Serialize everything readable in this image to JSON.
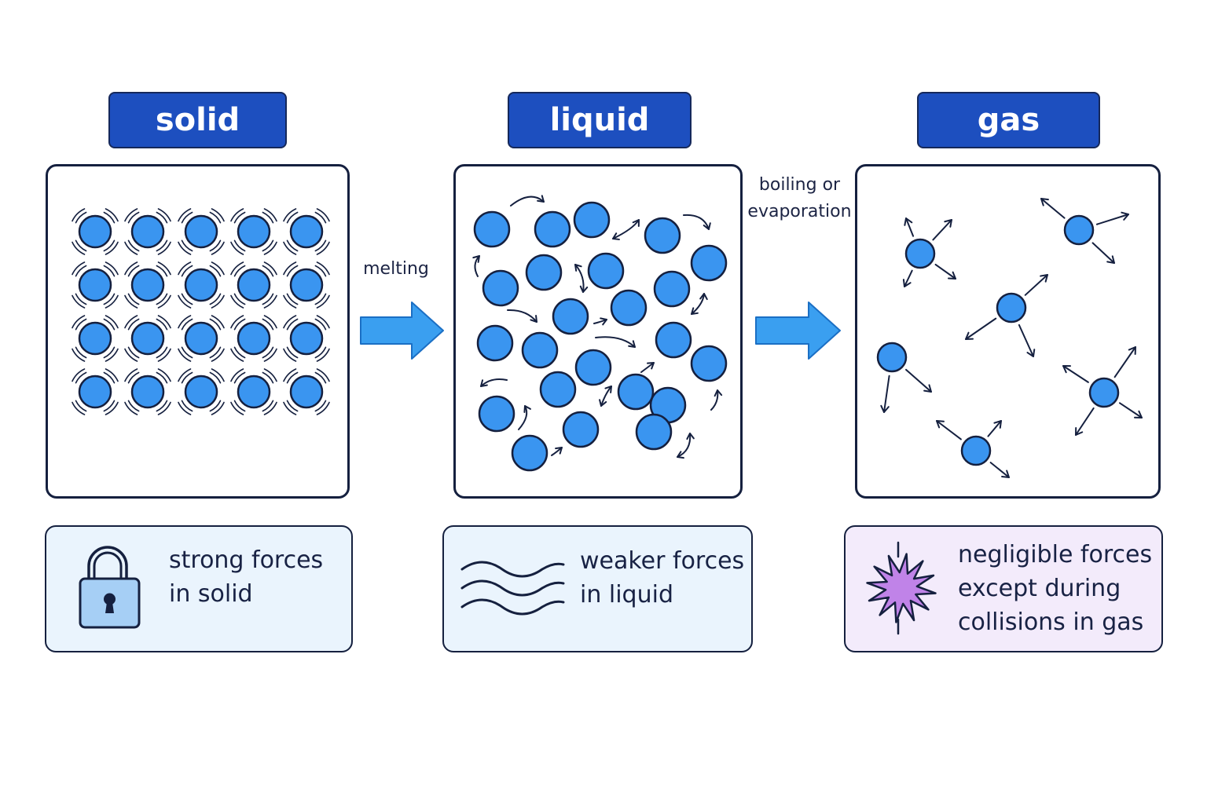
{
  "states": [
    {
      "title": "solid"
    },
    {
      "title": "liquid"
    },
    {
      "title": "gas"
    }
  ],
  "transitions": [
    {
      "label": "melting"
    },
    {
      "label_lines": [
        "boiling or",
        "evaporation"
      ]
    }
  ],
  "force_cards": [
    {
      "lines": [
        "strong forces",
        "in solid"
      ],
      "icon": "padlock-icon"
    },
    {
      "lines": [
        "weaker forces",
        "in liquid"
      ],
      "icon": "wavy-lines-icon"
    },
    {
      "lines": [
        "negligible forces",
        "except during",
        "collisions in gas"
      ],
      "icon": "collision-burst-icon"
    }
  ],
  "colors": {
    "title_bg": "#1d4fbf",
    "particle": "#3a95f0",
    "particle_stroke": "#15203f",
    "arrow": "#3a9ff0",
    "card_blue": "#eaf4fd",
    "card_purple": "#f3ebfb",
    "burst": "#c083e8"
  }
}
